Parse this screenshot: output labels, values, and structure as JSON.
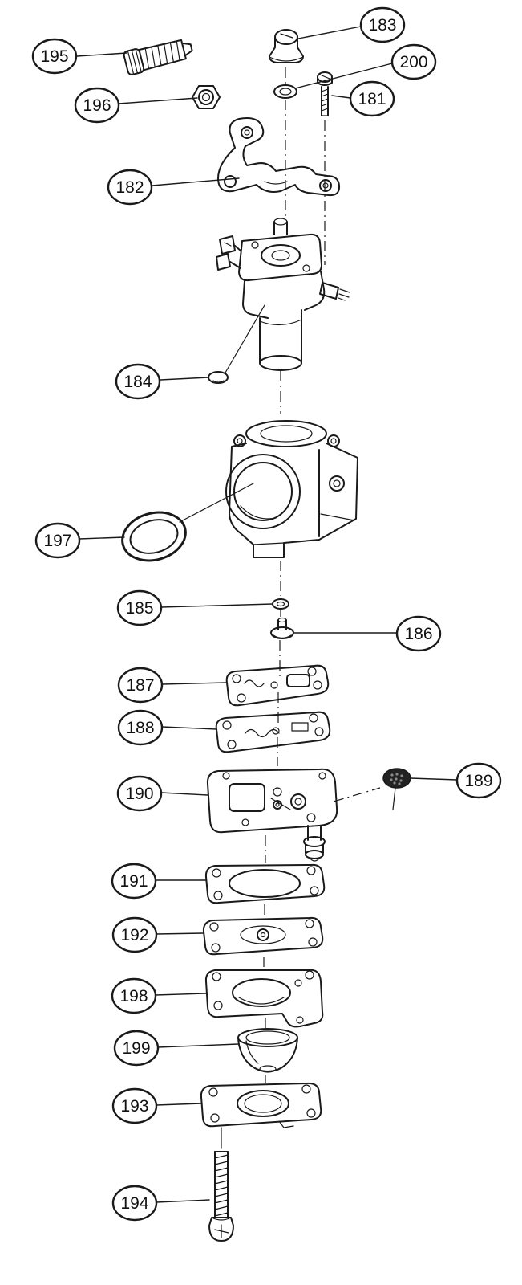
{
  "diagram": {
    "background": "#ffffff",
    "line_color": "#1a1a1a",
    "callouts": [
      {
        "label": "195"
      },
      {
        "label": "196"
      },
      {
        "label": "183"
      },
      {
        "label": "200"
      },
      {
        "label": "181"
      },
      {
        "label": "182"
      },
      {
        "label": "184"
      },
      {
        "label": "197"
      },
      {
        "label": "185"
      },
      {
        "label": "186"
      },
      {
        "label": "187"
      },
      {
        "label": "188"
      },
      {
        "label": "190"
      },
      {
        "label": "189"
      },
      {
        "label": "191"
      },
      {
        "label": "192"
      },
      {
        "label": "198"
      },
      {
        "label": "199"
      },
      {
        "label": "193"
      },
      {
        "label": "194"
      }
    ]
  }
}
